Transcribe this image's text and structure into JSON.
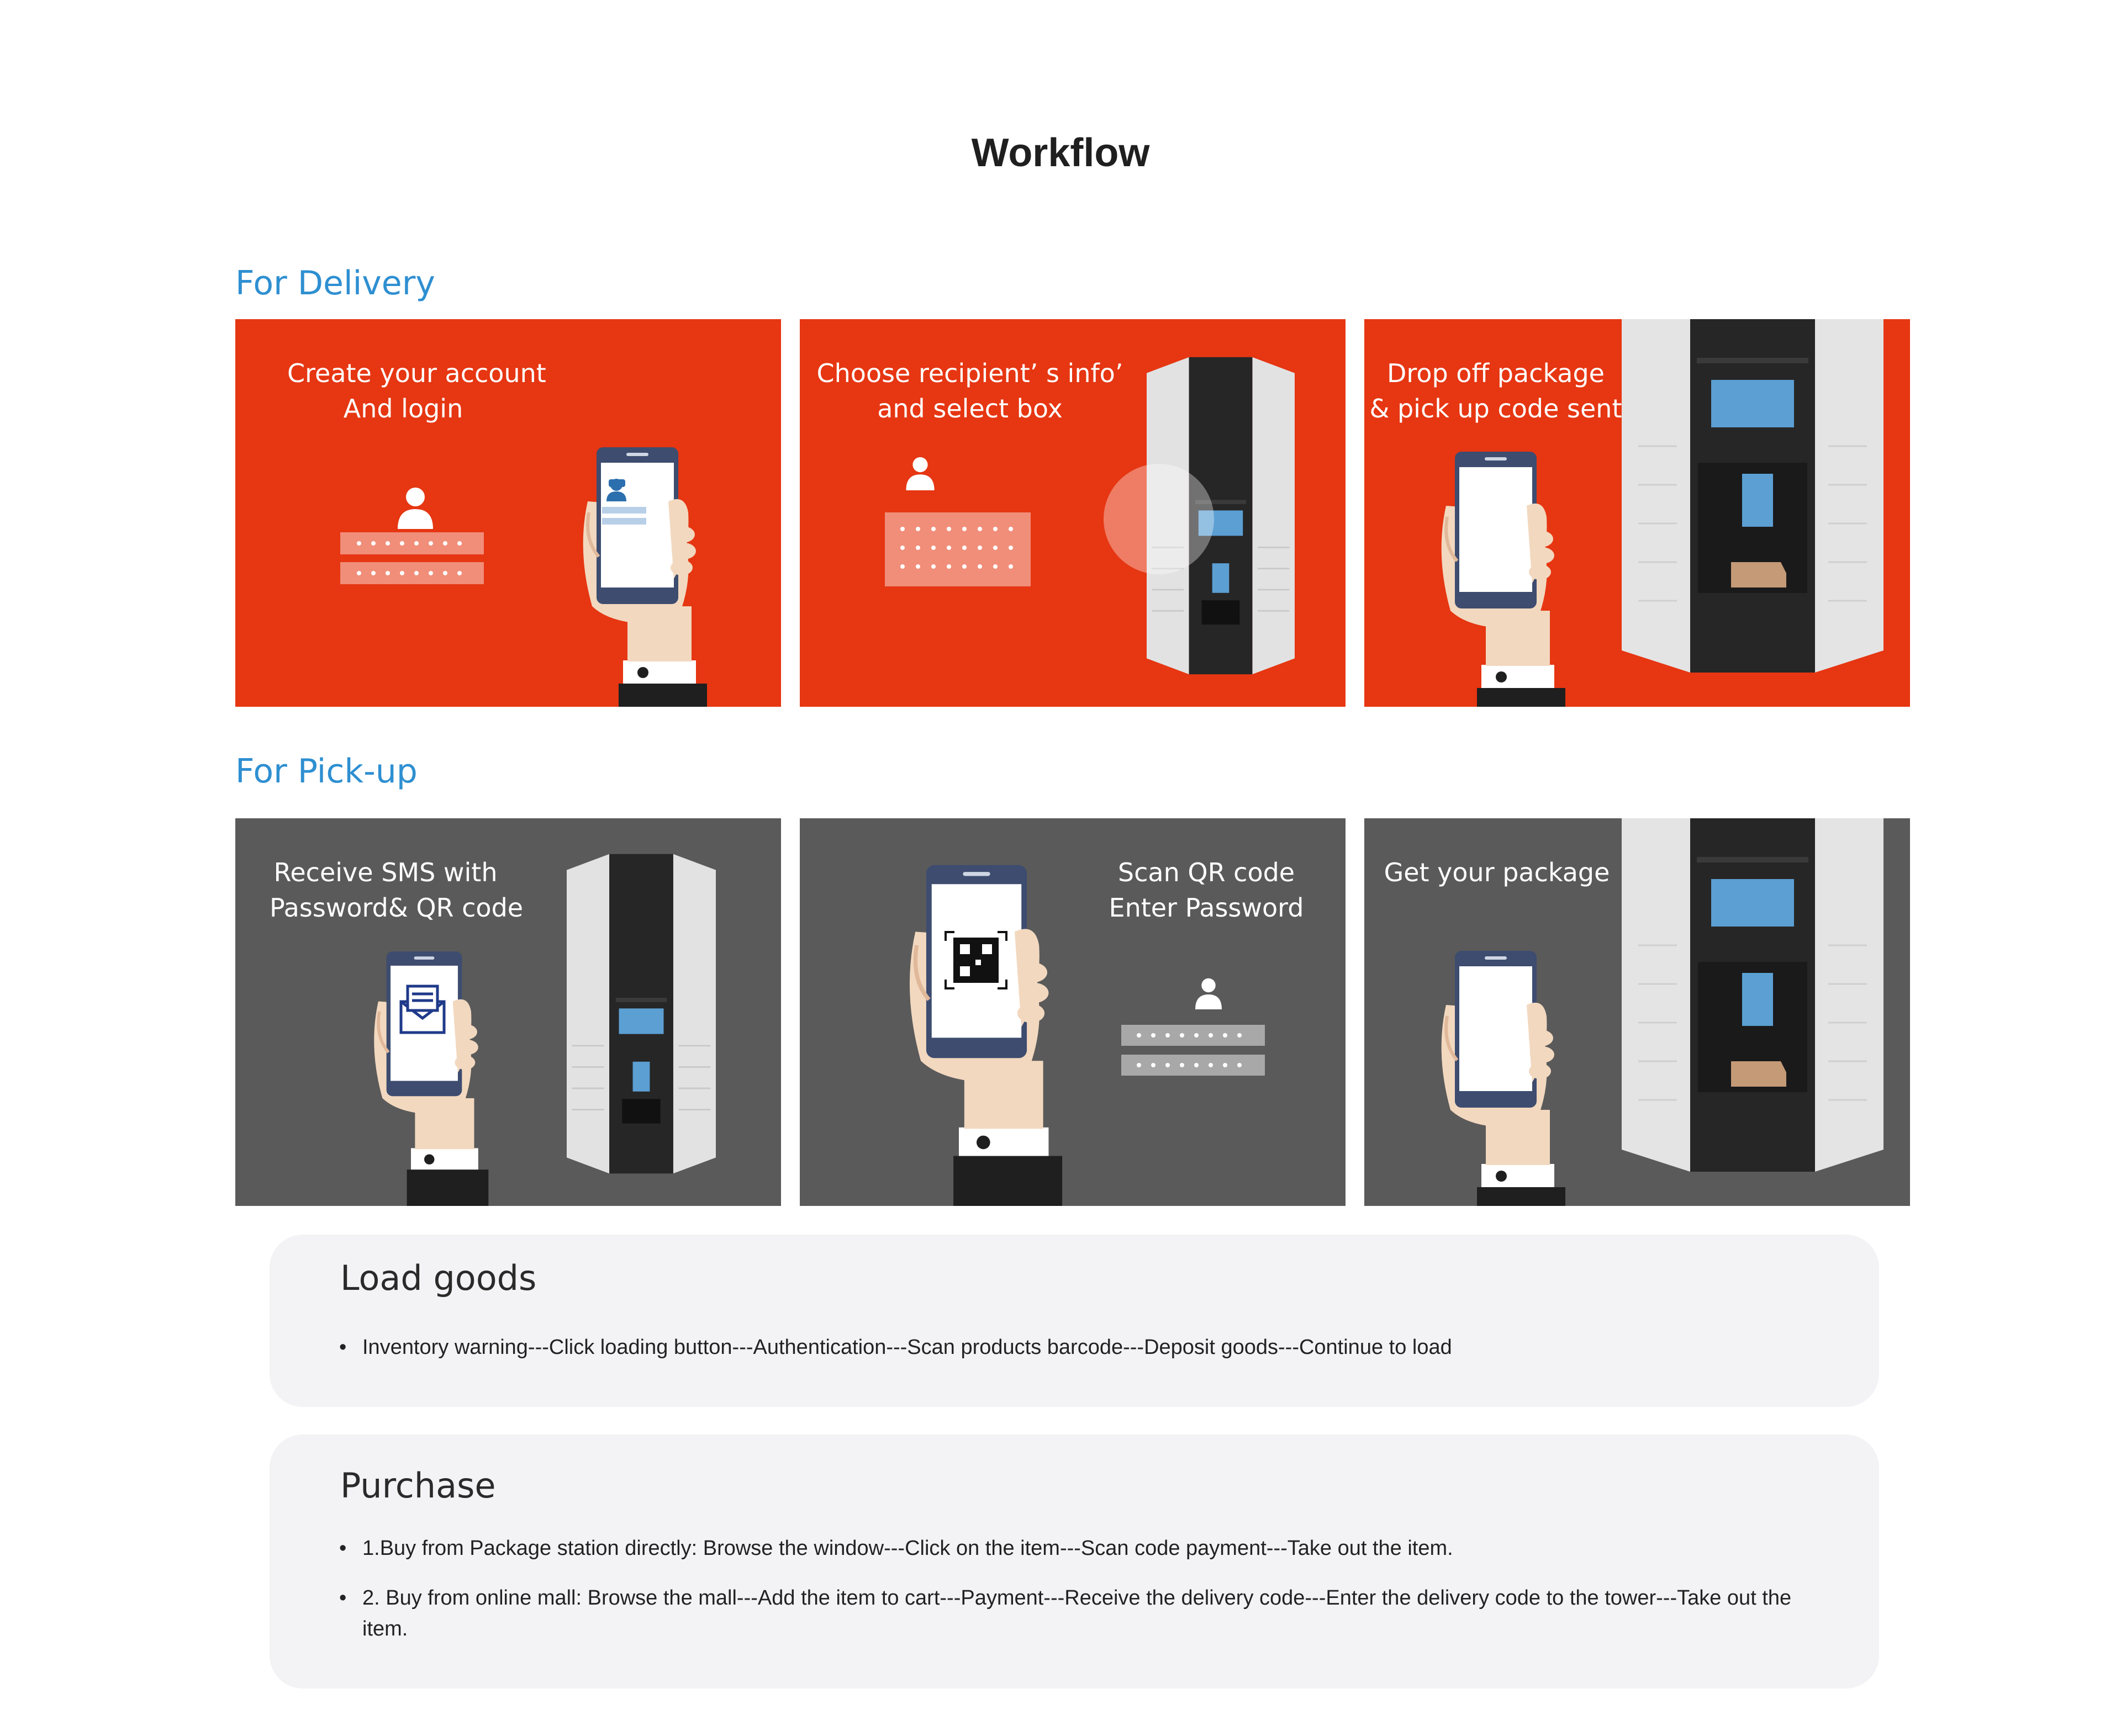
{
  "title": "Workflow",
  "delivery": {
    "heading": "For Delivery",
    "steps": [
      {
        "line1": "Create your account",
        "line2": "And login"
      },
      {
        "line1": "Choose recipient’ s info’",
        "line2": "and select box"
      },
      {
        "line1": "Drop off package",
        "line2": "& pick up code sent"
      }
    ]
  },
  "pickup": {
    "heading": "For Pick-up",
    "steps": [
      {
        "line1": "Receive  SMS with",
        "line2": "Password& QR code"
      },
      {
        "line1": "Scan QR code",
        "line2": "Enter Password"
      },
      {
        "line1": "Get your package",
        "line2": ""
      }
    ]
  },
  "load_goods": {
    "title": "Load goods",
    "items": [
      "Inventory warning---Click loading button---Authentication---Scan products barcode---Deposit goods---Continue to load"
    ]
  },
  "purchase": {
    "title": "Purchase",
    "items": [
      "1.Buy from Package station directly: Browse the window---Click on the item---Scan code payment---Take out the item.",
      "2. Buy from online mall: Browse the mall---Add the item to cart---Payment---Receive the delivery code---Enter the delivery code to  the tower---Take out the item."
    ]
  },
  "bullet": "•",
  "colors": {
    "delivery_bg": "#e63612",
    "pickup_bg": "#5a5a5a",
    "heading_blue": "#2e8fd1",
    "card_bg": "#f3f3f5"
  }
}
